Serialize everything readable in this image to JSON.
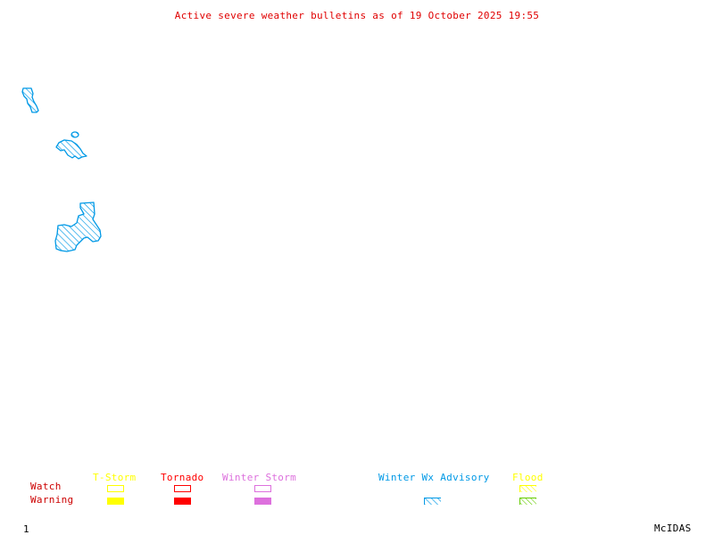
{
  "title": "Active severe weather bulletins as of 19 October 2025 19:55",
  "colors": {
    "title": "#e00000",
    "tstorm": "#ffff00",
    "tornado": "#ff0000",
    "winter_storm": "#dd70dd",
    "winter_wx_advisory": "#0099e6",
    "flood_watch": "#ffff00",
    "flood_warning": "#66cc00",
    "row_labels": "#cc0000",
    "footer": "#000000"
  },
  "legend": {
    "row_labels": {
      "watch": "Watch",
      "warning": "Warning"
    },
    "columns": [
      {
        "label": "T-Storm",
        "watch": "outline",
        "warning": "filled"
      },
      {
        "label": "Tornado",
        "watch": "outline",
        "warning": "filled"
      },
      {
        "label": "Winter Storm",
        "watch": "outline",
        "warning": "filled"
      },
      {
        "label": "Winter Wx Advisory",
        "watch": null,
        "warning": "hatched"
      },
      {
        "label": "Flood",
        "watch": "hatched",
        "warning": "hatched"
      }
    ]
  },
  "map": {
    "areas": [
      {
        "type": "Winter Wx Advisory",
        "region": "northwest-1"
      },
      {
        "type": "Winter Wx Advisory",
        "region": "northwest-2"
      },
      {
        "type": "Winter Wx Advisory",
        "region": "northwest-3"
      }
    ]
  },
  "footer": {
    "frame_number": "1",
    "brand": "McIDAS"
  }
}
